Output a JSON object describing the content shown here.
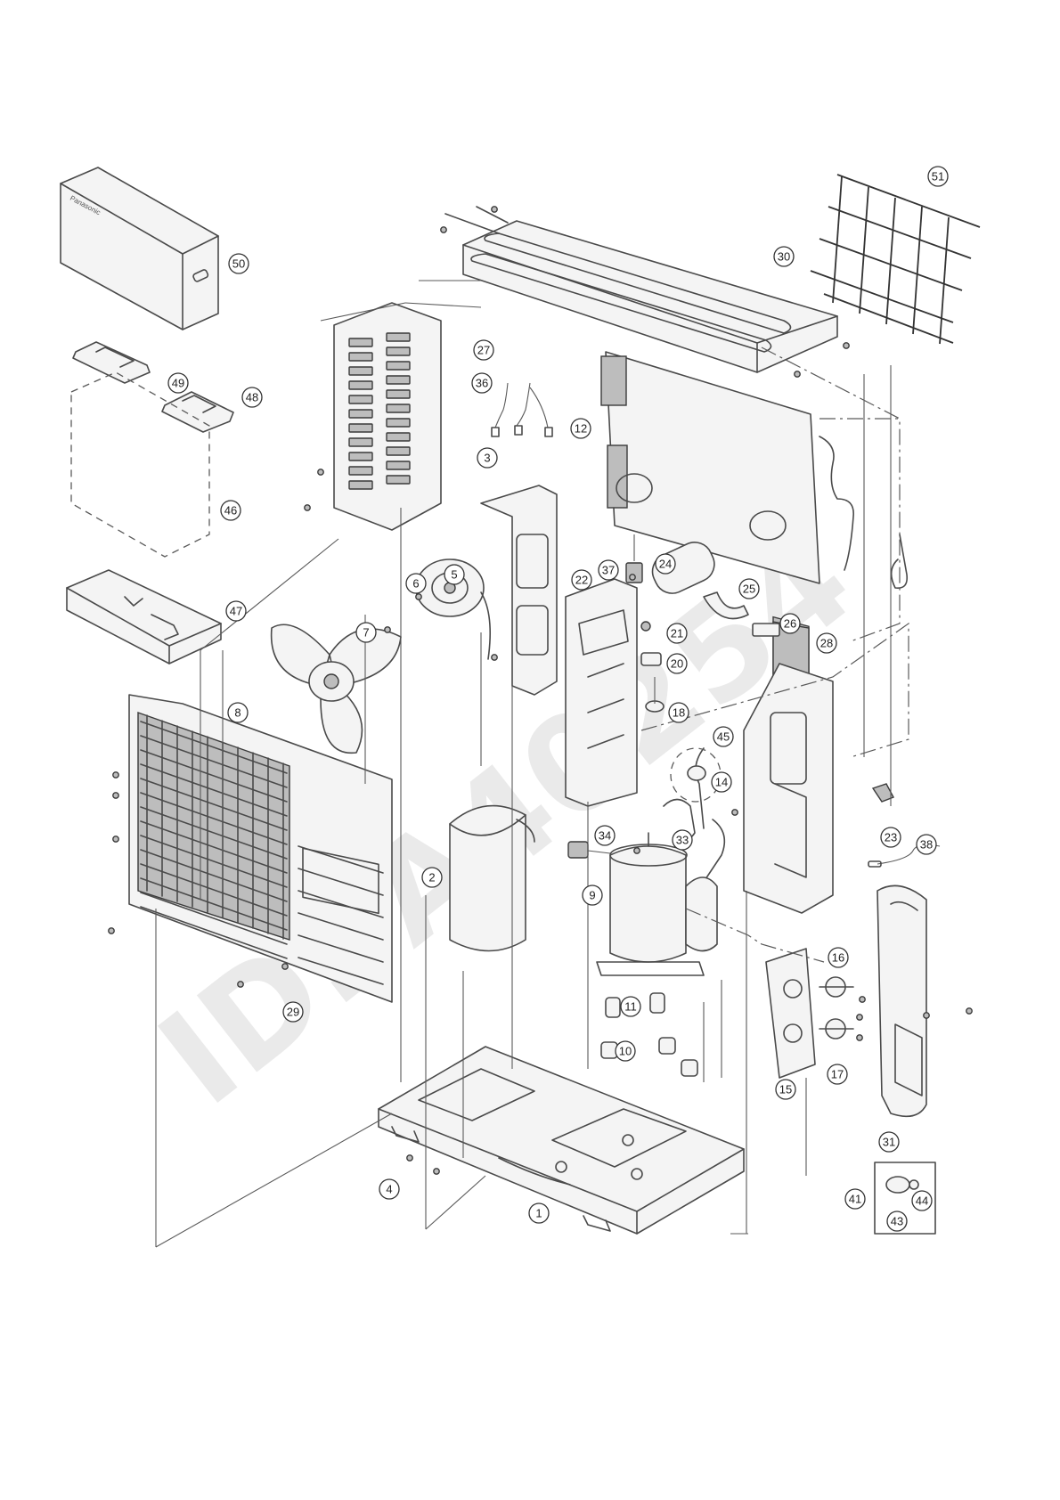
{
  "diagram": {
    "brand_label": "Panasonic",
    "watermark": "ID: A40254",
    "callouts": [
      "1",
      "2",
      "3",
      "4",
      "5",
      "6",
      "7",
      "8",
      "9",
      "10",
      "11",
      "12",
      "14",
      "15",
      "16",
      "17",
      "18",
      "20",
      "21",
      "22",
      "23",
      "24",
      "25",
      "26",
      "27",
      "28",
      "29",
      "30",
      "31",
      "33",
      "34",
      "36",
      "37",
      "38",
      "41",
      "43",
      "44",
      "45",
      "46",
      "47",
      "48",
      "49",
      "50",
      "51"
    ]
  }
}
